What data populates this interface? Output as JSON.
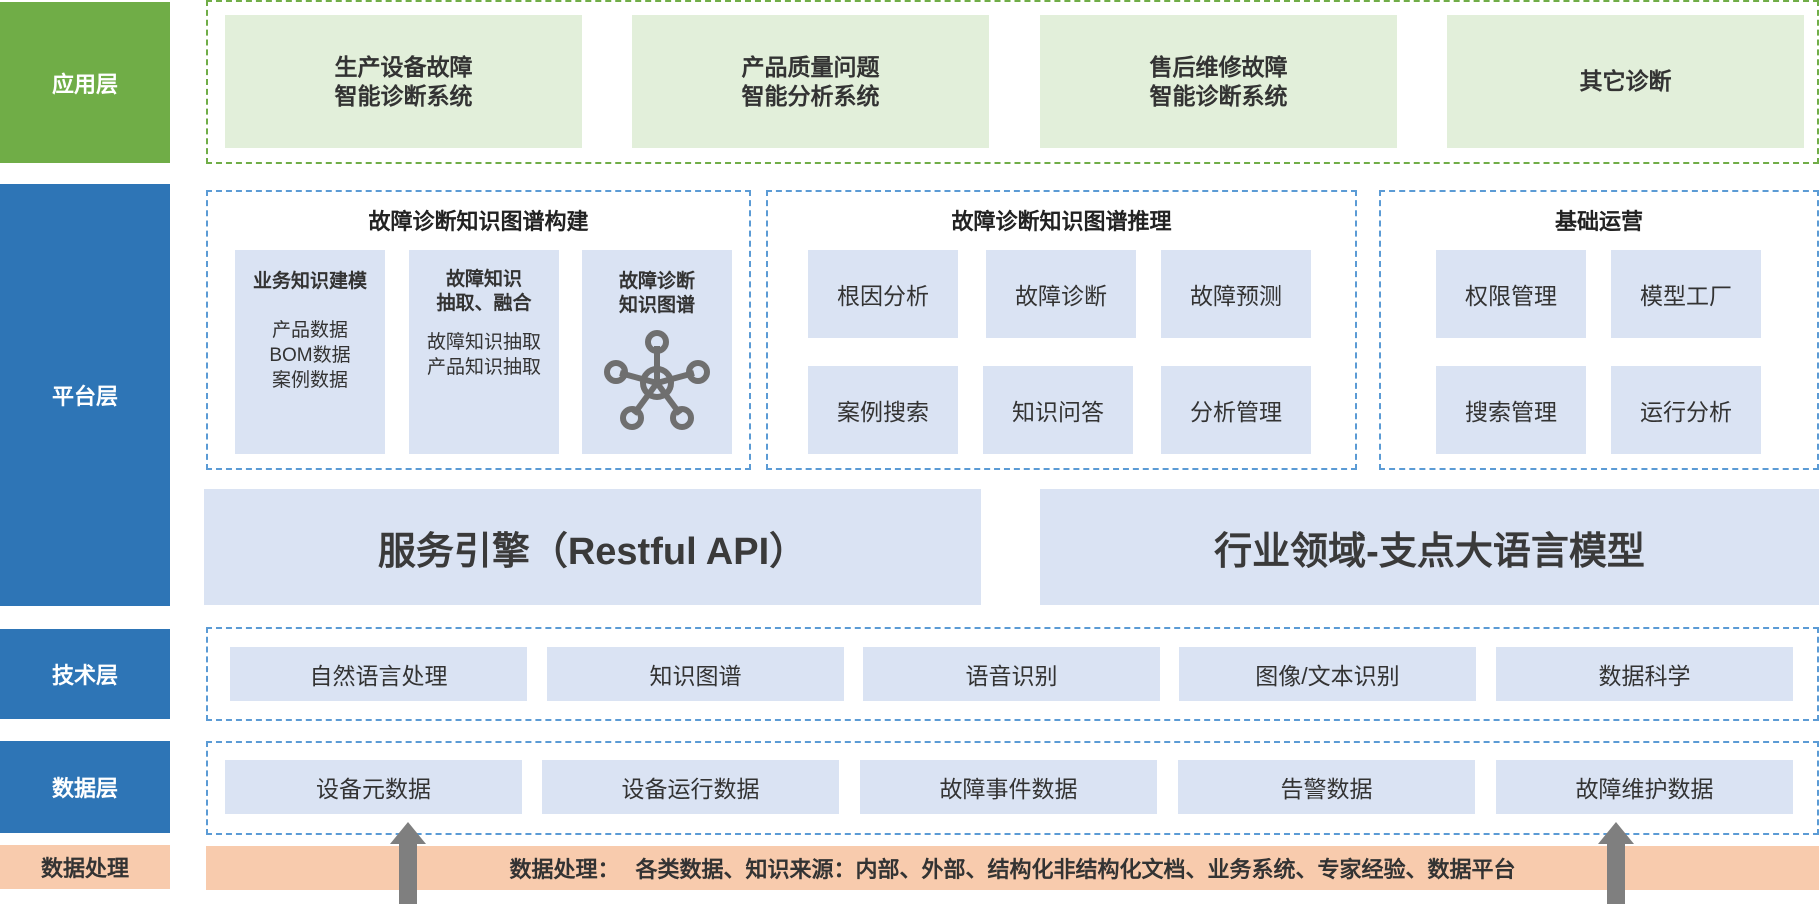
{
  "layers": {
    "application": "应用层",
    "platform": "平台层",
    "technology": "技术层",
    "data": "数据层",
    "processing": "数据处理"
  },
  "application_systems": [
    "生产设备故障\n智能诊断系统",
    "产品质量问题\n智能分析系统",
    "售后维修故障\n智能诊断系统",
    "其它诊断"
  ],
  "platform": {
    "build": {
      "title": "故障诊断知识图谱构建",
      "cards": [
        {
          "title": "业务知识建模",
          "items": "产品数据\nBOM数据\n案例数据"
        },
        {
          "title": "故障知识\n抽取、融合",
          "items": "故障知识抽取\n产品知识抽取"
        },
        {
          "title": "故障诊断\n知识图谱",
          "icon": "knowledge-graph-icon"
        }
      ]
    },
    "reasoning": {
      "title": "故障诊断知识图谱推理",
      "items": [
        "根因分析",
        "故障诊断",
        "故障预测",
        "案例搜索",
        "知识问答",
        "分析管理"
      ]
    },
    "operations": {
      "title": "基础运营",
      "items": [
        "权限管理",
        "模型工厂",
        "搜索管理",
        "运行分析"
      ]
    },
    "service_engine": "服务引擎（Restful API）",
    "llm": "行业领域-支点大语言模型"
  },
  "technology": [
    "自然语言处理",
    "知识图谱",
    "语音识别",
    "图像/文本识别",
    "数据科学"
  ],
  "data": [
    "设备元数据",
    "设备运行数据",
    "故障事件数据",
    "告警数据",
    "故障维护数据"
  ],
  "processing": {
    "label": "数据处理：",
    "text": "各类数据、知识来源：内部、外部、结构化非结构化文档、业务系统、专家经验、数据平台"
  },
  "colors": {
    "application": "#70ad47",
    "platform": "#2e75b6",
    "processing": "#f8cbad",
    "box_green": "#e2efda",
    "box_blue": "#dae3f3",
    "arrow": "#7f7f7f"
  }
}
